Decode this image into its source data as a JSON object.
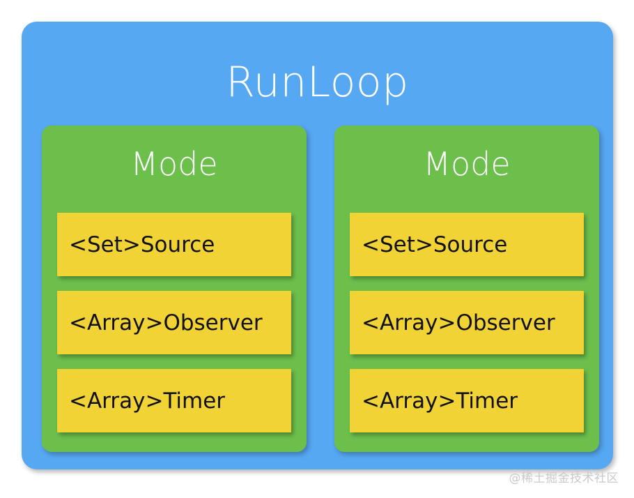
{
  "diagram": {
    "title": "RunLoop",
    "colors": {
      "background": "#ffffff",
      "runloop": "#56a8f2",
      "mode": "#6cbf4b",
      "item": "#f2d335",
      "title_text": "#ffffff",
      "item_text": "#111111",
      "watermark_text": "#c9c9c9"
    },
    "modes": [
      {
        "title": "Mode",
        "items": [
          {
            "label": "<Set>Source"
          },
          {
            "label": "<Array>Observer"
          },
          {
            "label": "<Array>Timer"
          }
        ]
      },
      {
        "title": "Mode",
        "items": [
          {
            "label": "<Set>Source"
          },
          {
            "label": "<Array>Observer"
          },
          {
            "label": "<Array>Timer"
          }
        ]
      }
    ],
    "watermark": "@稀土掘金技术社区"
  }
}
